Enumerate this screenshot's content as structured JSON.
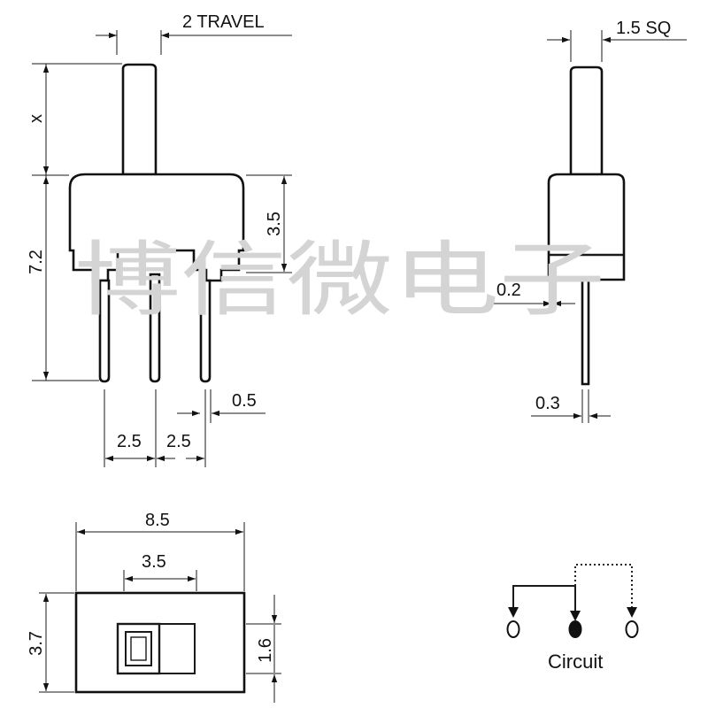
{
  "watermark": "博信微电子",
  "front_view": {
    "travel_label": "2 TRAVEL",
    "x_label": "x",
    "height_label": "7.2",
    "upper_height_label": "3.5",
    "pitch_left_label": "2.5",
    "pitch_right_label": "2.5",
    "pin_width_label": "0.5"
  },
  "side_view": {
    "actuator_label": "1.5 SQ",
    "offset_label": "0.2",
    "pin_thickness_label": "0.3"
  },
  "top_view": {
    "width_label": "8.5",
    "window_label": "3.5",
    "depth_label": "3.7",
    "actuator_depth_label": "1.6"
  },
  "circuit": {
    "label": "Circuit"
  }
}
